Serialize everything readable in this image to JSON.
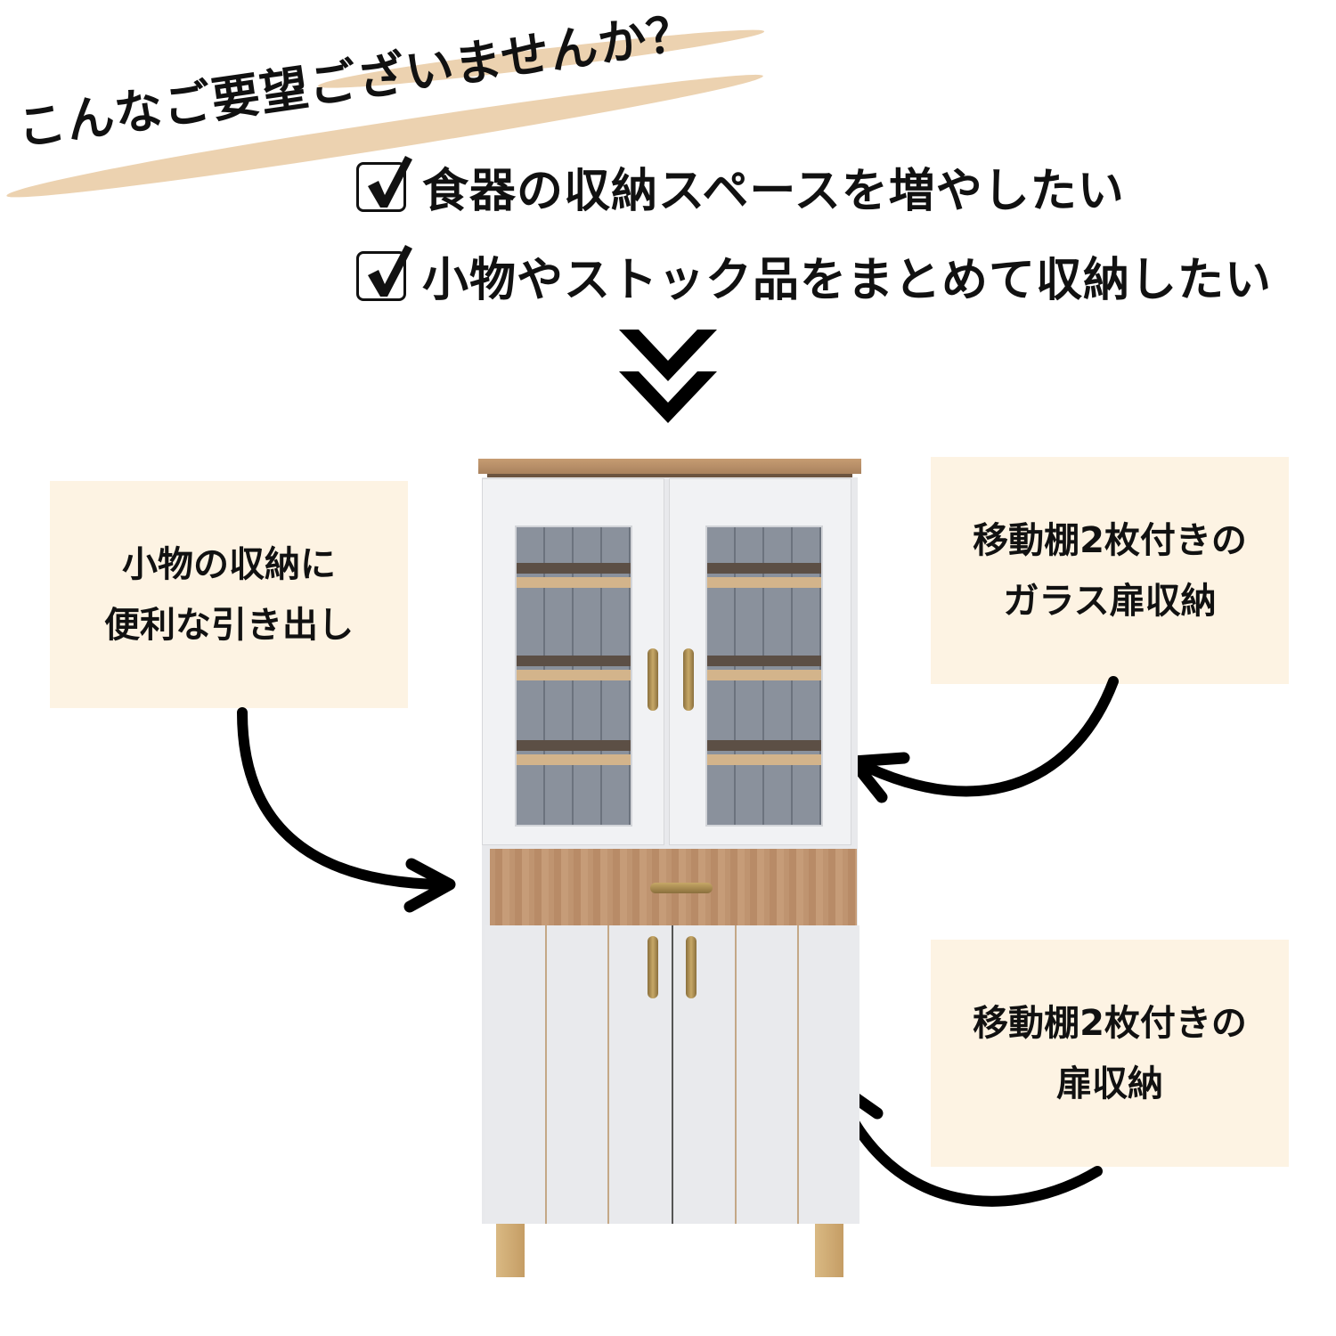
{
  "headline": {
    "text": "こんなご要望ございませんか？",
    "brush_color": "#ecd2b0"
  },
  "checklist": [
    {
      "icon": "checkbox-checked-icon",
      "text": "食器の収納スペースを増やしたい"
    },
    {
      "icon": "checkbox-checked-icon",
      "text": "小物やストック品をまとめて収納したい"
    }
  ],
  "divider_icon": "double-chevron-down-icon",
  "callouts": {
    "drawer": {
      "text": "小物の収納に\n便利な引き出し",
      "bg": "#fdf3e3"
    },
    "glass_door": {
      "text": "移動棚2枚付きの\nガラス扉収納",
      "bg": "#fdf3e3"
    },
    "lower_door": {
      "text": "移動棚2枚付きの\n扉収納",
      "bg": "#fdf3e3"
    }
  },
  "product": {
    "name": "cupboard-cabinet",
    "colors": {
      "body": "#e9eaed",
      "wood": "#bf9470",
      "handle": "#b09255",
      "interior": "#7c838e"
    }
  }
}
